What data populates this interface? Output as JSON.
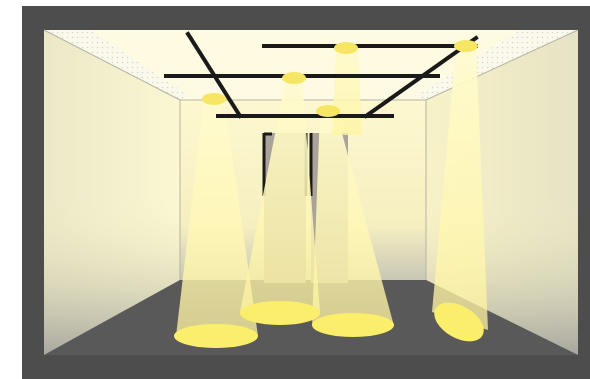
{
  "illustration": {
    "colors": {
      "frame": "#4d4d4d",
      "floor": "#5a5a5a",
      "ceiling": "#fefbe4",
      "back_wall": "#fcf6c4",
      "left_wall": "#f8f4cc",
      "right_wall": "#f3eec0",
      "light_beam": "#fff8b0",
      "light_pool": "#fbee6a",
      "fixture": "#f7e663",
      "track": "#1a1a1a",
      "panel": "#a9a39a"
    },
    "fixtures": [
      "fixture-1",
      "fixture-2",
      "fixture-3",
      "fixture-4",
      "fixture-5",
      "fixture-6"
    ]
  }
}
